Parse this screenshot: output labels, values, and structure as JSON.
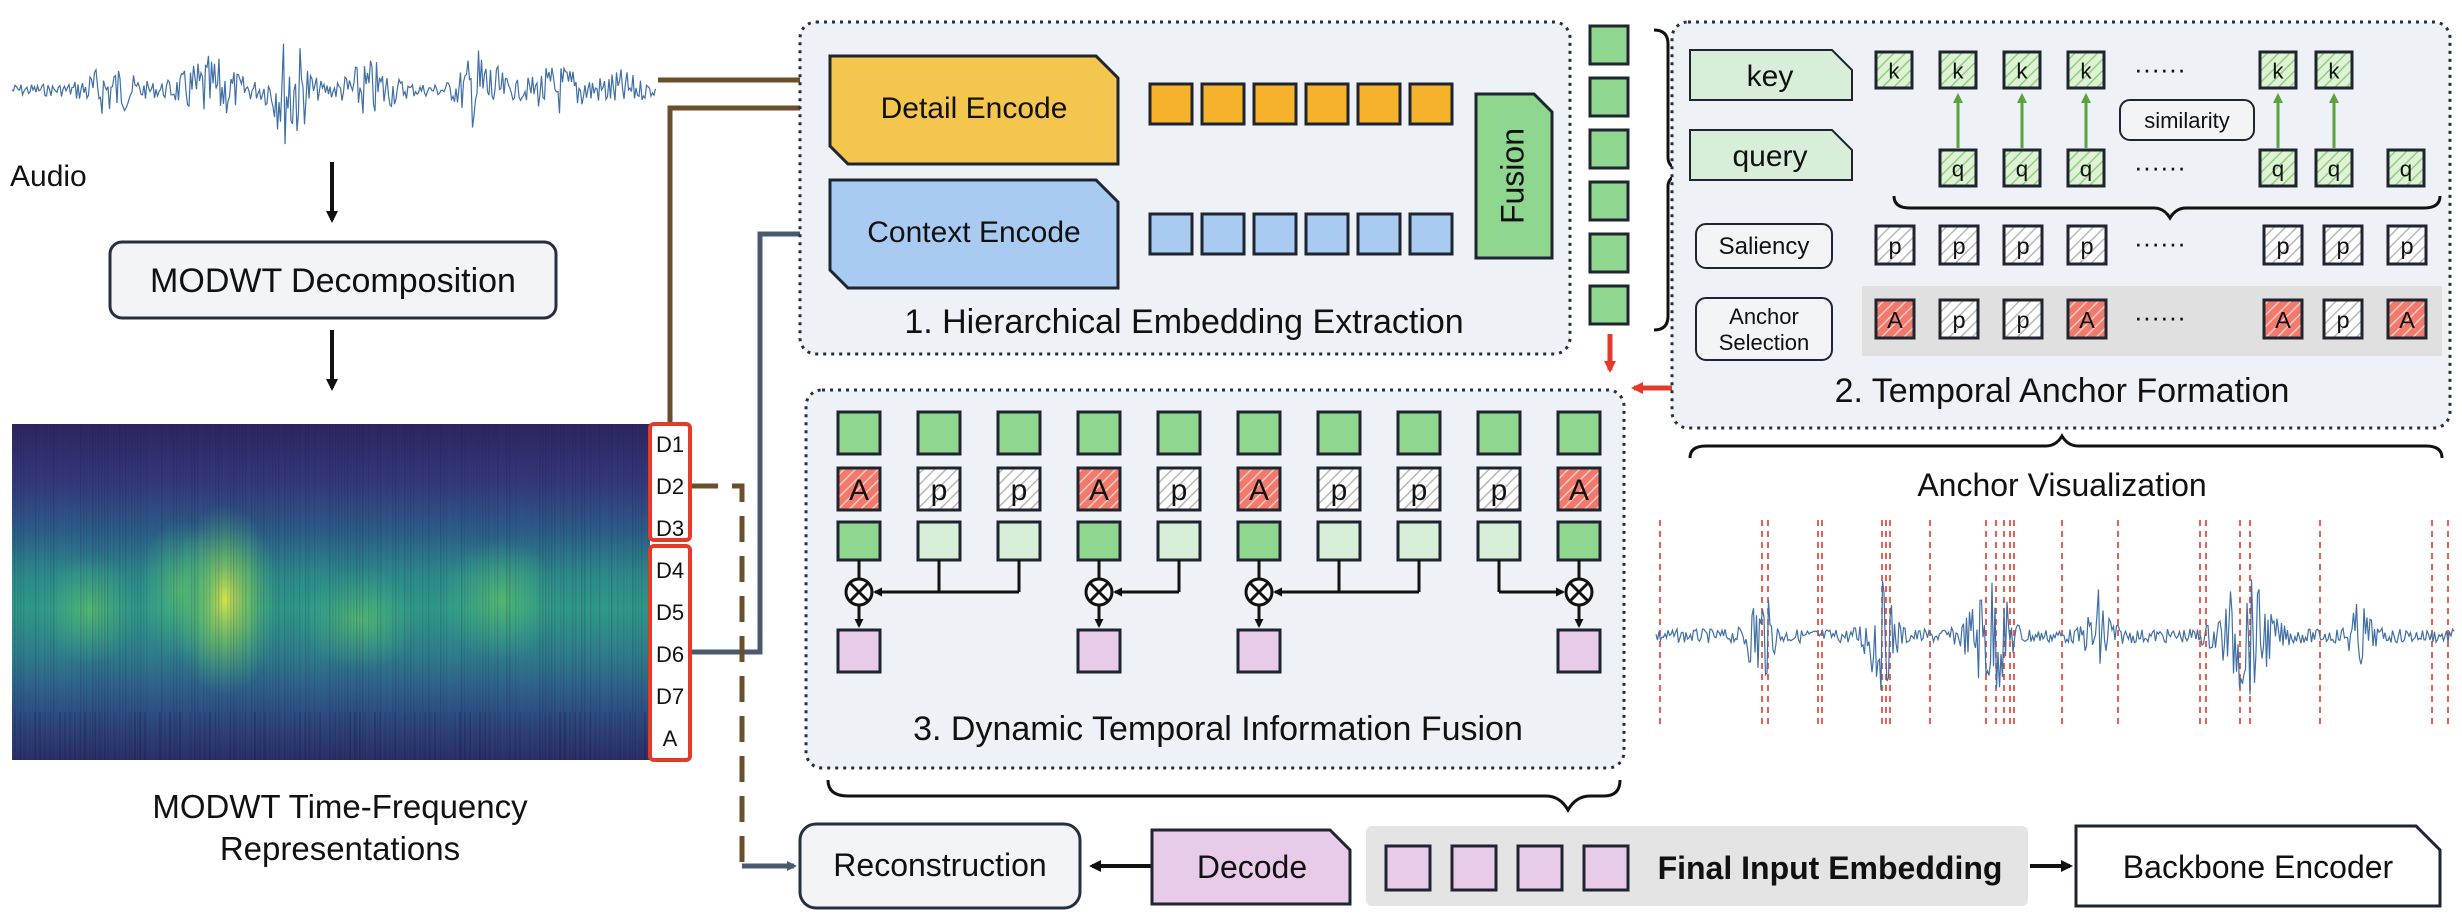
{
  "audio_label": "Audio",
  "modwt_decomposition": "MODWT Decomposition",
  "tf_caption": [
    "MODWT Time-Frequency",
    "Representations"
  ],
  "bands": [
    "D1",
    "D2",
    "D3",
    "D4",
    "D5",
    "D6",
    "D7",
    "A"
  ],
  "section1": {
    "detail_encode": "Detail Encode",
    "context_encode": "Context Encode",
    "fusion": "Fusion",
    "title": "1. Hierarchical Embedding Extraction"
  },
  "section2": {
    "key": "key",
    "query": "query",
    "k": "k",
    "q": "q",
    "similarity": "similarity",
    "saliency": "Saliency",
    "anchor_selection": [
      "Anchor",
      "Selection"
    ],
    "p": "p",
    "a": "A",
    "dots": "······",
    "title": "2. Temporal Anchor Formation"
  },
  "anchor_visualization": "Anchor Visualization",
  "section3": {
    "title": "3. Dynamic Temporal Information Fusion",
    "anchor_pattern": [
      "A",
      "p",
      "p",
      "A",
      "p",
      "A",
      "p",
      "p",
      "p",
      "A"
    ]
  },
  "bottom": {
    "reconstruction": "Reconstruction",
    "decode": "Decode",
    "final_input_embedding": "Final Input Embedding",
    "backbone_encoder": "Backbone Encoder"
  },
  "colors": {
    "brown_arrow": "#6b4f2a",
    "slate_arrow": "#4a5a6e",
    "red": "#e53a2a",
    "detail_fill": "#f5c64e",
    "orange_token": "#f6b22a",
    "context_fill": "#a9cbf2",
    "blue_token": "#a9cbf2",
    "green_token": "#8fd68f",
    "light_green": "#d9eed9",
    "pink_token": "#e8cbe8",
    "panel_fill": "#eef1f5",
    "grey_band": "#e4e4e4",
    "waveform": "#3f6fa5"
  }
}
